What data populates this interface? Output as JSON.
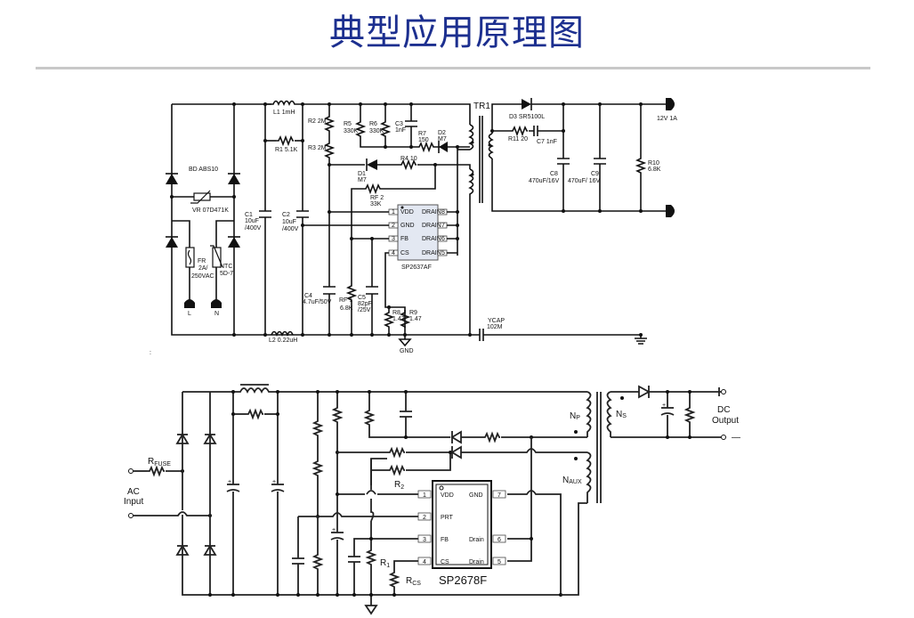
{
  "page": {
    "title": "典型应用原理图"
  },
  "schematic1": {
    "labels": {
      "L1": "L1  1mH",
      "R1": "R1 5.1K",
      "R2": "R2 2M",
      "R3": "R3 2M",
      "BD": "BD   ABS10",
      "VR": "VR 07D471K",
      "C1a": "C1",
      "C1b": "10uF",
      "C1c": "/400V",
      "C2a": "C2",
      "C2b": "10uF",
      "C2c": "/400V",
      "FRa": "FR",
      "FRb": "2A/",
      "FRc": "250VAC",
      "NTCa": "NTC",
      "NTCb": "5D-7",
      "L": "L",
      "N": "N",
      "L2": "L2 0.22uH",
      "R5a": "R5",
      "R5b": "330K",
      "R6a": "R6",
      "R6b": "330K",
      "C3a": "C3",
      "C3b": "1nF",
      "R7a": "R7",
      "R7b": "150",
      "D2a": "D2",
      "D2b": "M7",
      "D1a": "D1",
      "D1b": "M7",
      "R4": "R4 10",
      "RF2a": "RF 2",
      "RF2b": "33K",
      "C4a": "C4",
      "C4b": "4.7uF/50V",
      "RF1a": "RF 1",
      "RF1b": "6.8K",
      "C5a": "C5",
      "C5b": "82pF",
      "C5c": "/25V",
      "R8a": "R8",
      "R8b": "1.47",
      "R9a": "R9",
      "R9b": "1.47",
      "GND": "GND",
      "TR1": "TR1",
      "D3": "D3 SR5100L",
      "R11": "R11 20",
      "C7": "C7 1nF",
      "C8a": "C8",
      "C8b": "470uF/16V",
      "C9a": "C9",
      "C9b": "470uF/ 16V",
      "R10a": "R10",
      "R10b": "6.8K",
      "out": "12V 1A",
      "YCAPa": "YCAP",
      "YCAPb": "102M"
    },
    "ic": {
      "name": "SP2637AF",
      "left_pins": [
        {
          "num": "1",
          "label": "VDD"
        },
        {
          "num": "2",
          "label": "GND"
        },
        {
          "num": "3",
          "label": "FB"
        },
        {
          "num": "4",
          "label": "CS"
        }
      ],
      "right_pins": [
        {
          "num": "8",
          "label": "DRAIN"
        },
        {
          "num": "7",
          "label": "DRAIN"
        },
        {
          "num": "6",
          "label": "DRAIN"
        },
        {
          "num": "5",
          "label": "DRAIN"
        }
      ]
    }
  },
  "schematic2": {
    "labels": {
      "RFUSE": "R",
      "RFUSE_sub": "FUSE",
      "AC1": "AC",
      "AC2": "Input",
      "R2": "R",
      "R2_sub": "2",
      "R1": "R",
      "R1_sub": "1",
      "RCS": "R",
      "RCS_sub": "CS",
      "NP": "N",
      "NP_sub": "P",
      "NS": "N",
      "NS_sub": "S",
      "NAUX": "N",
      "NAUX_sub": "AUX",
      "DC1": "DC",
      "DC2": "Output",
      "minus": "—"
    },
    "ic": {
      "name": "SP2678F",
      "left_pins": [
        {
          "num": "1",
          "label": "VDD"
        },
        {
          "num": "2",
          "label": "PRT"
        },
        {
          "num": "3",
          "label": "FB"
        },
        {
          "num": "4",
          "label": "CS"
        }
      ],
      "right_pins": [
        {
          "num": "7",
          "label": "GND"
        },
        {
          "num": "6",
          "label": "Drain"
        },
        {
          "num": "5",
          "label": "Drain"
        }
      ]
    }
  }
}
